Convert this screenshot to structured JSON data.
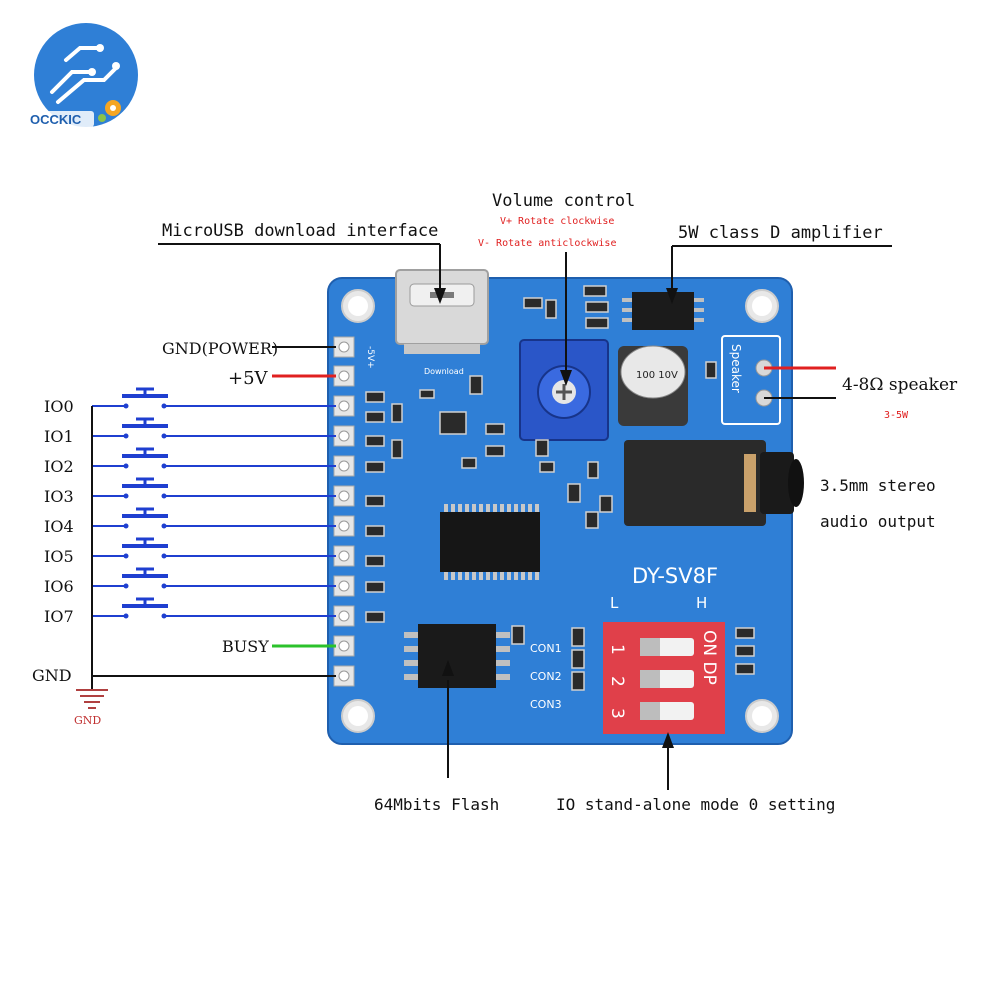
{
  "brand": {
    "name": "OCCKIC",
    "color": "#2f7fd6"
  },
  "colors": {
    "pcb": "#2f7fd6",
    "pcb_dark": "#1f5fae",
    "wire_blue": "#1f3fd0",
    "wire_red": "#e02020",
    "wire_green": "#2bc22b",
    "annotation_red": "#e02020",
    "dip": "#e0404a"
  },
  "labels": {
    "volume_title": "Volume control",
    "volume_cw": "V+ Rotate clockwise",
    "volume_acw": "V- Rotate anticlockwise",
    "usb": "MicroUSB download interface",
    "amp": "5W class D amplifier",
    "gnd_power": "GND(POWER)",
    "plus5v": "+5V",
    "busy": "BUSY",
    "gnd": "GND",
    "gnd_symbol": "GND",
    "speaker": "4-8Ω  speaker",
    "speaker_power": "3-5W",
    "audio_line1": "3.5mm stereo",
    "audio_line2": "audio output",
    "flash": "64Mbits Flash",
    "io_mode": "IO stand-alone mode 0 setting"
  },
  "io_pins": [
    "IO0",
    "IO1",
    "IO2",
    "IO3",
    "IO4",
    "IO5",
    "IO6",
    "IO7"
  ],
  "board": {
    "model": "DY-SV8F",
    "dip_left": "L",
    "dip_right": "H",
    "con_labels": [
      "CON1",
      "CON2",
      "CON3"
    ],
    "speaker_silk": "Speaker",
    "dip_switch": "ON DP",
    "dip_numbers": [
      "1",
      "2",
      "3"
    ],
    "capacitor": "100 10V",
    "pin_silk": "-5V+",
    "download_silk": "Download"
  }
}
